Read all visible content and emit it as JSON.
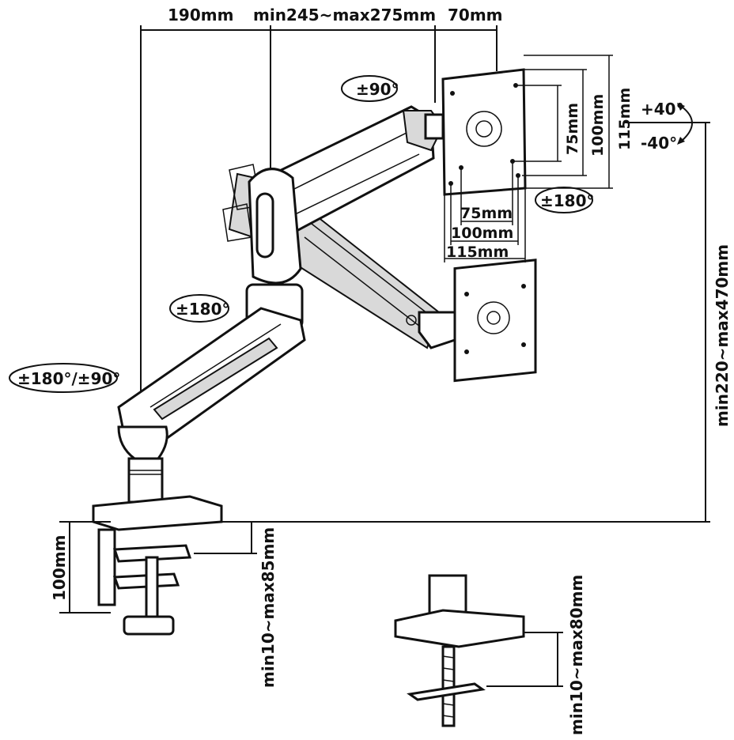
{
  "dimensions": {
    "arm_base_segment": "190mm",
    "arm_extension": "min245~max275mm",
    "head_offset": "70mm",
    "height_range": "min220~max470mm",
    "clamp_height": "100mm",
    "clamp_desk_thickness": "min10~max85mm",
    "grommet_desk_thickness": "min10~max80mm"
  },
  "vesa": {
    "vertical_small": "75mm",
    "vertical_medium": "100mm",
    "vertical_large": "115mm",
    "horizontal_small": "75mm",
    "horizontal_medium": "100mm",
    "horizontal_large": "115mm"
  },
  "rotations": {
    "head_swivel": "±90°",
    "tilt_up": "+40°",
    "tilt_down": "-40°",
    "screen_rotation": "±180°",
    "elbow": "±180°",
    "base": "±180°/±90°"
  }
}
